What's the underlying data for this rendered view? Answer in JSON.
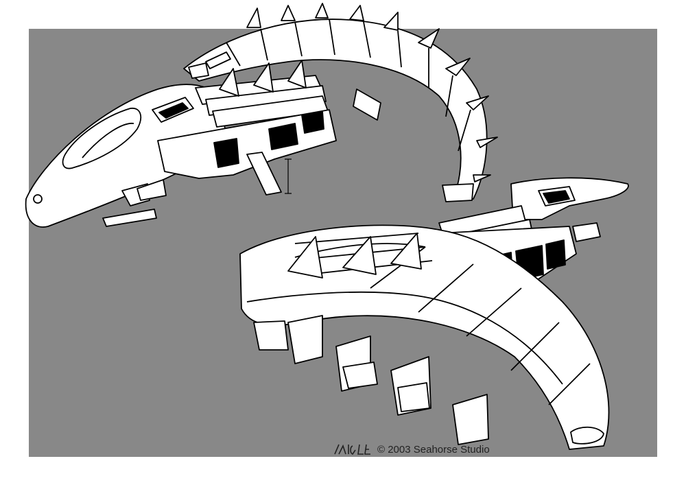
{
  "artwork": {
    "signature": "LAIGLE",
    "copyright": "© 2003 Seahorse Studio",
    "colors": {
      "background": "#888888",
      "line": "#000000",
      "fill": "#ffffff",
      "page": "#ffffff"
    },
    "subjects": [
      "ship-front-view",
      "ship-rear-view"
    ]
  }
}
